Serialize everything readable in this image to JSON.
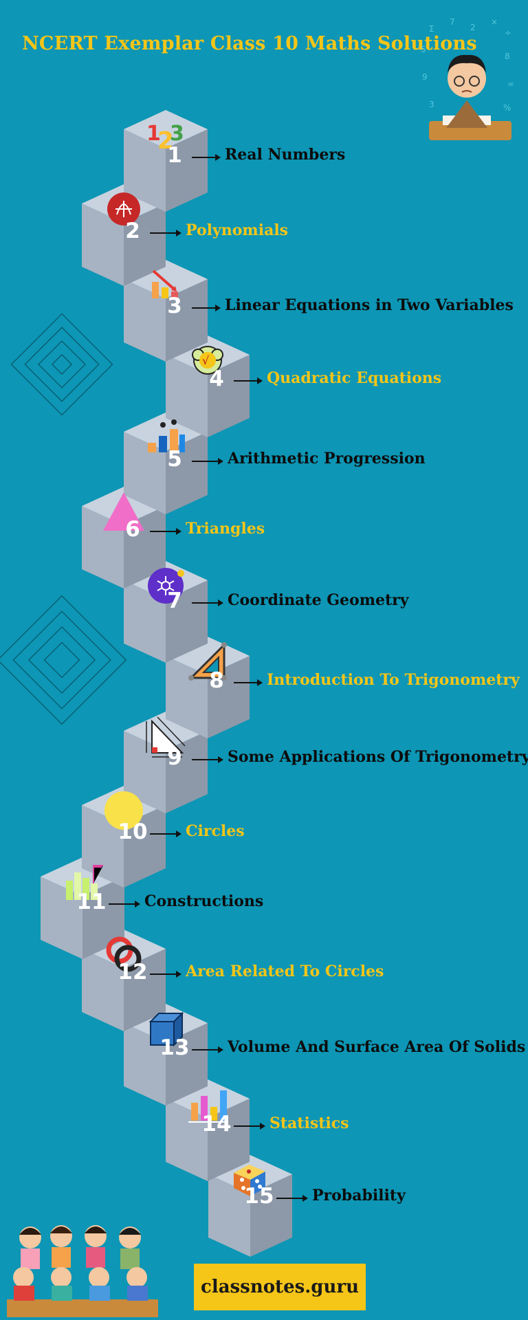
{
  "title": "NCERT Exemplar Class 10 Maths Solutions",
  "footer": {
    "site": "classnotes.guru"
  },
  "colors": {
    "background": "#0d96b5",
    "gold": "#f5c518",
    "dark": "#0c0c0c"
  },
  "steps": [
    {
      "num": "1",
      "label": "Real Numbers",
      "style": "dark",
      "icon": "numbers-123-icon"
    },
    {
      "num": "2",
      "label": "Polynomials",
      "style": "gold",
      "icon": "graph-circle-icon"
    },
    {
      "num": "3",
      "label": "Linear Equations in Two Variables",
      "style": "dark",
      "icon": "bar-chart-down-icon"
    },
    {
      "num": "4",
      "label": "Quadratic Equations",
      "style": "gold",
      "icon": "sqrt-cloud-icon"
    },
    {
      "num": "5",
      "label": "Arithmetic Progression",
      "style": "dark",
      "icon": "business-growth-icon"
    },
    {
      "num": "6",
      "label": "Triangles",
      "style": "gold",
      "icon": "pink-triangle-icon"
    },
    {
      "num": "7",
      "label": "Coordinate Geometry",
      "style": "dark",
      "icon": "network-circle-icon"
    },
    {
      "num": "8",
      "label": "Introduction To Trigonometry",
      "style": "gold",
      "icon": "set-square-icon"
    },
    {
      "num": "9",
      "label": "Some Applications Of Trigonometry",
      "style": "dark",
      "icon": "right-triangle-measure-icon"
    },
    {
      "num": "10",
      "label": "Circles",
      "style": "gold",
      "icon": "yellow-circle-icon"
    },
    {
      "num": "11",
      "label": "Constructions",
      "style": "dark",
      "icon": "buildings-crane-icon"
    },
    {
      "num": "12",
      "label": "Area Related To Circles",
      "style": "gold",
      "icon": "linked-rings-icon"
    },
    {
      "num": "13",
      "label": "Volume And Surface Area Of Solids",
      "style": "dark",
      "icon": "cube-wireframe-icon"
    },
    {
      "num": "14",
      "label": "Statistics",
      "style": "gold",
      "icon": "bar-chart-3d-icon"
    },
    {
      "num": "15",
      "label": "Probability",
      "style": "dark",
      "icon": "dice-icon"
    }
  ]
}
